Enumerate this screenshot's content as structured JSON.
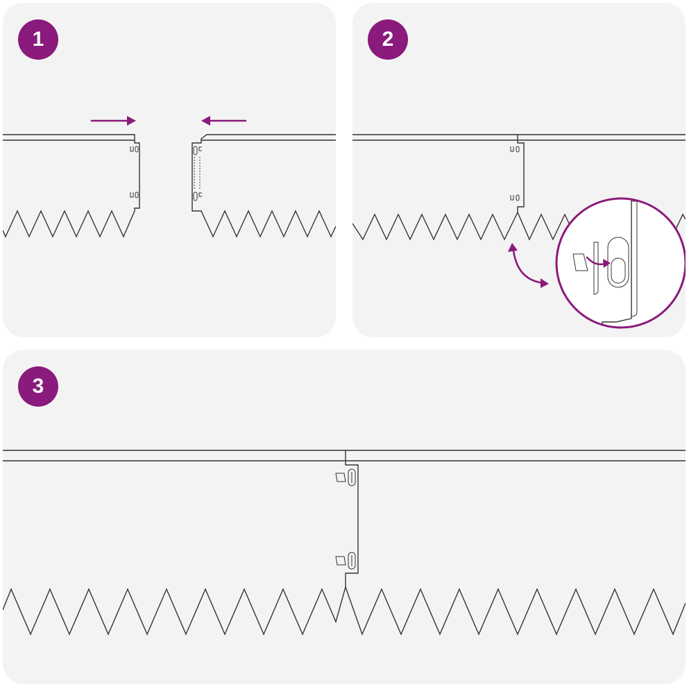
{
  "steps": [
    {
      "number": "1"
    },
    {
      "number": "2"
    },
    {
      "number": "3"
    }
  ],
  "colors": {
    "accent": "#8a1a7b",
    "panel_bg": "#f3f3f3",
    "line": "#333333"
  }
}
